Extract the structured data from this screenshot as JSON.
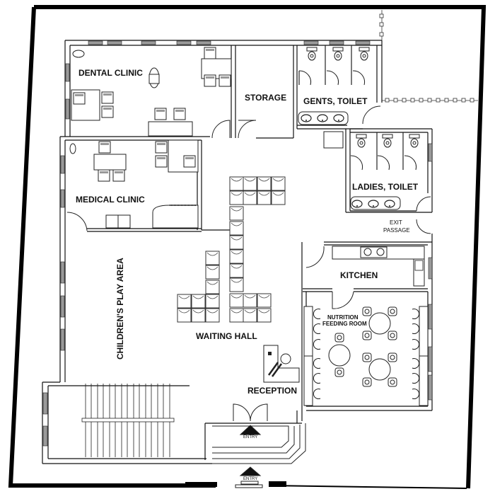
{
  "plan": {
    "rooms": {
      "dental_clinic": "DENTAL CLINIC",
      "storage": "STORAGE",
      "gents_toilet": "GENTS, TOILET",
      "medical_clinic": "MEDICAL CLINIC",
      "ladies_toilet": "LADIES, TOILET",
      "exit_passage_line1": "EXIT",
      "exit_passage_line2": "PASSAGE",
      "kitchen": "KITCHEN",
      "childrens_play_area": "CHILDREN'S PLAY AREA",
      "waiting_hall": "WAITING HALL",
      "nutrition_line1": "NUTRITION",
      "nutrition_line2": "FEEDING ROOM",
      "reception": "RECEPTION"
    },
    "entries": {
      "inner_entry": "ENTRY",
      "outer_entry": "ENTRY"
    },
    "colors": {
      "wall": "#111111",
      "boundary": "#000000",
      "fixture_fill": "#9a9a9a",
      "background": "#ffffff"
    }
  }
}
